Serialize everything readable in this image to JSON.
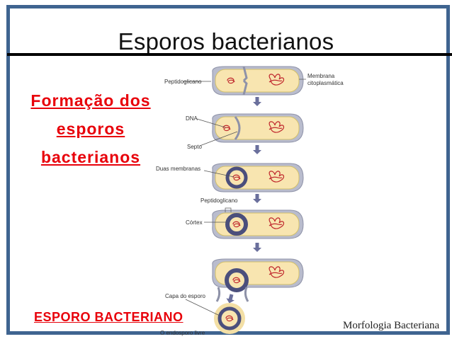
{
  "slide": {
    "title": "Esporos bacterianos",
    "heading": [
      "Formação dos",
      "esporos",
      "bacterianos"
    ],
    "spore_label": "ESPORO BACTERIANO",
    "footer": "Morfologia Bacteriana"
  },
  "diagram": {
    "labels": {
      "peptidoglicano_1": "Peptidoglicano",
      "membrana_1": "Membrana",
      "membrana_2": "citoplasmática",
      "dna": "DNA",
      "septo": "Septo",
      "duas_membranas": "Duas membranas",
      "peptidoglicano_2": "Peptidoglicano",
      "cortex": "Córtex",
      "capa": "Capa do esporo",
      "caption": "O endosporo livre"
    }
  },
  "colors": {
    "frame": "#3f6490",
    "heading": "#e8000a",
    "cytoplasm": "#f8e5b0",
    "wall": "#b9bccd",
    "cortex": "#4b4f7c",
    "dna": "#c0272d",
    "arrow": "#6a6f9c"
  }
}
